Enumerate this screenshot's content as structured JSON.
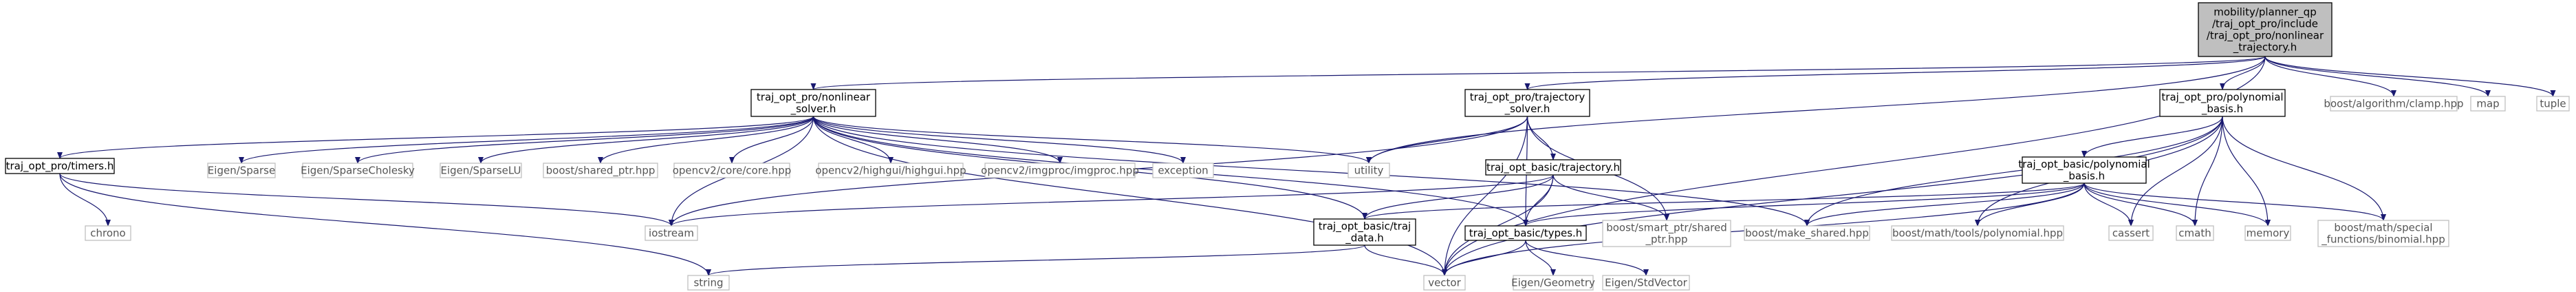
{
  "graph": {
    "title": "",
    "colors": {
      "edge": "#191970",
      "node_border": "#000000",
      "external_border": "#bfbfbf",
      "external_text": "#555555",
      "root_fill": "#bfbfbf",
      "node_fill": "#ffffff"
    },
    "nodes": [
      {
        "id": "root",
        "lines": [
          "mobility/planner_qp",
          "/traj_opt_pro/include",
          "/traj_opt_pro/nonlinear",
          "_trajectory.h"
        ],
        "kind": "root"
      },
      {
        "id": "nls",
        "lines": [
          "traj_opt_pro/nonlinear",
          "_solver.h"
        ],
        "kind": "file"
      },
      {
        "id": "trs",
        "lines": [
          "traj_opt_pro/trajectory",
          "_solver.h"
        ],
        "kind": "file"
      },
      {
        "id": "pb",
        "lines": [
          "traj_opt_pro/polynomial",
          "_basis.h"
        ],
        "kind": "file"
      },
      {
        "id": "clamp",
        "lines": [
          "boost/algorithm/clamp.hpp"
        ],
        "kind": "external"
      },
      {
        "id": "map",
        "lines": [
          "map"
        ],
        "kind": "external"
      },
      {
        "id": "tuple",
        "lines": [
          "tuple"
        ],
        "kind": "external"
      },
      {
        "id": "timers",
        "lines": [
          "traj_opt_pro/timers.h"
        ],
        "kind": "file"
      },
      {
        "id": "eigsparse",
        "lines": [
          "Eigen/Sparse"
        ],
        "kind": "external"
      },
      {
        "id": "eigchol",
        "lines": [
          "Eigen/SparseCholesky"
        ],
        "kind": "external"
      },
      {
        "id": "eiglu",
        "lines": [
          "Eigen/SparseLU"
        ],
        "kind": "external"
      },
      {
        "id": "shptr",
        "lines": [
          "boost/shared_ptr.hpp"
        ],
        "kind": "external"
      },
      {
        "id": "cvcore",
        "lines": [
          "opencv2/core/core.hpp"
        ],
        "kind": "external"
      },
      {
        "id": "cvhigh",
        "lines": [
          "opencv2/highgui/highgui.hpp"
        ],
        "kind": "external"
      },
      {
        "id": "cvimg",
        "lines": [
          "opencv2/imgproc/imgproc.hpp"
        ],
        "kind": "external"
      },
      {
        "id": "exception",
        "lines": [
          "exception"
        ],
        "kind": "external"
      },
      {
        "id": "utility",
        "lines": [
          "utility"
        ],
        "kind": "external"
      },
      {
        "id": "btraj",
        "lines": [
          "traj_opt_basic/trajectory.h"
        ],
        "kind": "file"
      },
      {
        "id": "bpoly",
        "lines": [
          "traj_opt_basic/polynomial",
          "_basis.h"
        ],
        "kind": "file"
      },
      {
        "id": "chrono",
        "lines": [
          "chrono"
        ],
        "kind": "external"
      },
      {
        "id": "iostream",
        "lines": [
          "iostream"
        ],
        "kind": "external"
      },
      {
        "id": "bdata",
        "lines": [
          "traj_opt_basic/traj",
          "_data.h"
        ],
        "kind": "file"
      },
      {
        "id": "btypes",
        "lines": [
          "traj_opt_basic/types.h"
        ],
        "kind": "file"
      },
      {
        "id": "smptr",
        "lines": [
          "boost/smart_ptr/shared",
          "_ptr.hpp"
        ],
        "kind": "external"
      },
      {
        "id": "mkshared",
        "lines": [
          "boost/make_shared.hpp"
        ],
        "kind": "external"
      },
      {
        "id": "tpoly",
        "lines": [
          "boost/math/tools/polynomial.hpp"
        ],
        "kind": "external"
      },
      {
        "id": "cassert",
        "lines": [
          "cassert"
        ],
        "kind": "external"
      },
      {
        "id": "cmath",
        "lines": [
          "cmath"
        ],
        "kind": "external"
      },
      {
        "id": "memory",
        "lines": [
          "memory"
        ],
        "kind": "external"
      },
      {
        "id": "binom",
        "lines": [
          "boost/math/special",
          "_functions/binomial.hpp"
        ],
        "kind": "external"
      },
      {
        "id": "string",
        "lines": [
          "string"
        ],
        "kind": "external"
      },
      {
        "id": "vector",
        "lines": [
          "vector"
        ],
        "kind": "external"
      },
      {
        "id": "egeo",
        "lines": [
          "Eigen/Geometry"
        ],
        "kind": "external"
      },
      {
        "id": "estd",
        "lines": [
          "Eigen/StdVector"
        ],
        "kind": "external"
      }
    ],
    "edges": [
      [
        "root",
        "nls"
      ],
      [
        "root",
        "trs"
      ],
      [
        "root",
        "pb"
      ],
      [
        "root",
        "clamp"
      ],
      [
        "root",
        "map"
      ],
      [
        "root",
        "tuple"
      ],
      [
        "root",
        "utility"
      ],
      [
        "root",
        "vector"
      ],
      [
        "nls",
        "timers"
      ],
      [
        "nls",
        "eigsparse"
      ],
      [
        "nls",
        "eigchol"
      ],
      [
        "nls",
        "eiglu"
      ],
      [
        "nls",
        "shptr"
      ],
      [
        "nls",
        "cvcore"
      ],
      [
        "nls",
        "cvhigh"
      ],
      [
        "nls",
        "cvimg"
      ],
      [
        "nls",
        "exception"
      ],
      [
        "nls",
        "utility"
      ],
      [
        "nls",
        "iostream"
      ],
      [
        "nls",
        "bdata"
      ],
      [
        "nls",
        "btypes"
      ],
      [
        "nls",
        "mkshared"
      ],
      [
        "nls",
        "vector"
      ],
      [
        "trs",
        "btraj"
      ],
      [
        "trs",
        "utility"
      ],
      [
        "trs",
        "iostream"
      ],
      [
        "trs",
        "smptr"
      ],
      [
        "trs",
        "btypes"
      ],
      [
        "trs",
        "vector"
      ],
      [
        "pb",
        "bpoly"
      ],
      [
        "pb",
        "mkshared"
      ],
      [
        "pb",
        "tpoly"
      ],
      [
        "pb",
        "cassert"
      ],
      [
        "pb",
        "cmath"
      ],
      [
        "pb",
        "memory"
      ],
      [
        "pb",
        "binom"
      ],
      [
        "pb",
        "vector"
      ],
      [
        "timers",
        "chrono"
      ],
      [
        "timers",
        "iostream"
      ],
      [
        "timers",
        "string"
      ],
      [
        "btraj",
        "bdata"
      ],
      [
        "btraj",
        "btypes"
      ],
      [
        "btraj",
        "iostream"
      ],
      [
        "btraj",
        "smptr"
      ],
      [
        "btraj",
        "vector"
      ],
      [
        "bpoly",
        "btypes"
      ],
      [
        "bpoly",
        "bdata"
      ],
      [
        "bpoly",
        "mkshared"
      ],
      [
        "bpoly",
        "tpoly"
      ],
      [
        "bpoly",
        "cassert"
      ],
      [
        "bpoly",
        "cmath"
      ],
      [
        "bpoly",
        "memory"
      ],
      [
        "bpoly",
        "binom"
      ],
      [
        "bpoly",
        "vector"
      ],
      [
        "bdata",
        "string"
      ],
      [
        "bdata",
        "vector"
      ],
      [
        "btypes",
        "vector"
      ],
      [
        "btypes",
        "egeo"
      ],
      [
        "btypes",
        "estd"
      ]
    ]
  }
}
